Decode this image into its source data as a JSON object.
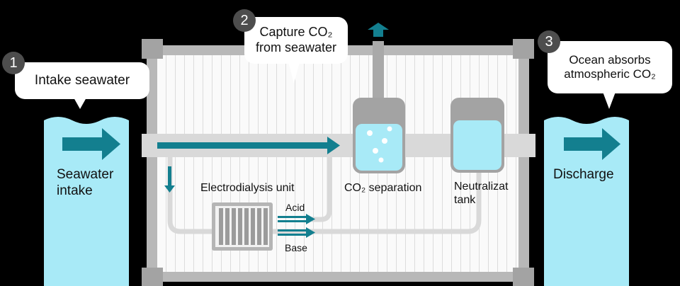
{
  "steps": [
    {
      "number": "1",
      "text": "Intake seawater"
    },
    {
      "number": "2",
      "text": "Capture CO₂\nfrom seawater"
    },
    {
      "number": "3",
      "text": "Ocean absorbs\natmospheric CO₂"
    }
  ],
  "labels": {
    "intake": "Seawater\nintake",
    "discharge": "Discharge",
    "electrodialysis": "Electrodialysis unit",
    "acid": "Acid",
    "base": "Base",
    "co2_separation": "CO₂ separation",
    "neutralization": "Neutralizat\ntank"
  },
  "colors": {
    "background": "#000000",
    "water": "#a8eaf7",
    "arrow": "#137f8f",
    "frame": "#b0b0b0",
    "pipe": "#d8d8d8",
    "panel": "#fafafa",
    "badge": "#4d4d4d"
  }
}
